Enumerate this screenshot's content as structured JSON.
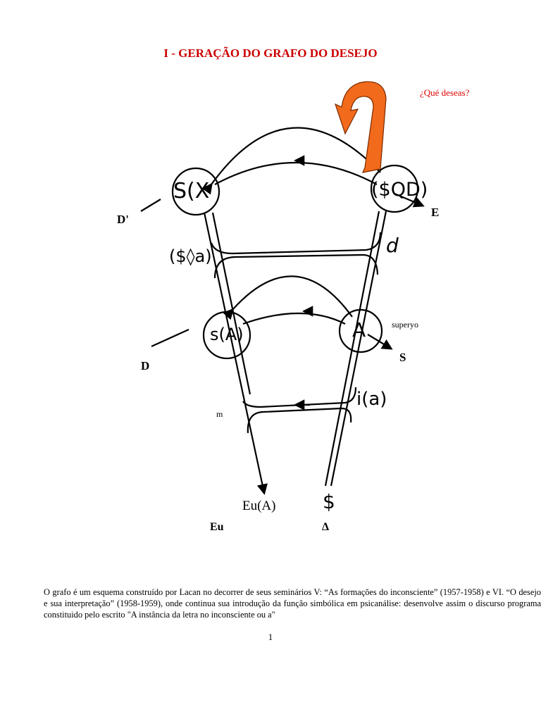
{
  "document": {
    "title": "I - GERAÇÃO DO GRAFO DO DESEJO",
    "red_note": "¿Qué deseas?",
    "page_number": "1",
    "paragraph": "O grafo é um esquema construído por Lacan no decorrer de seus seminários V: “As formações do inconsciente” (1957-1958) e VI. “O desejo e sua interpretação” (1958-1959), onde continua sua introdução da função simbólica em psicanálise: desenvolve assim o discurso programa constituido pelo escrito \"A instância da letra no inconsciente ou a\""
  },
  "graph": {
    "nodes": {
      "s_x": "S(X",
      "sqd": "($QD)",
      "s_a": "s(A)",
      "a": "A",
      "eu_a": "Eu(A)",
      "barred_s": "$"
    },
    "handwritten": {
      "soa": "($◊a)",
      "d": "d",
      "i_a": "i(a)"
    },
    "labels": {
      "d_prime": "D'",
      "e": "E",
      "d": "D",
      "s": "S",
      "superyo": "superyo",
      "m": "m",
      "eu": "Eu",
      "delta": "Δ"
    },
    "colors": {
      "arrow_fill": "#f26a1b",
      "arrow_stroke": "#7a2a00",
      "title": "#cc0000"
    }
  }
}
